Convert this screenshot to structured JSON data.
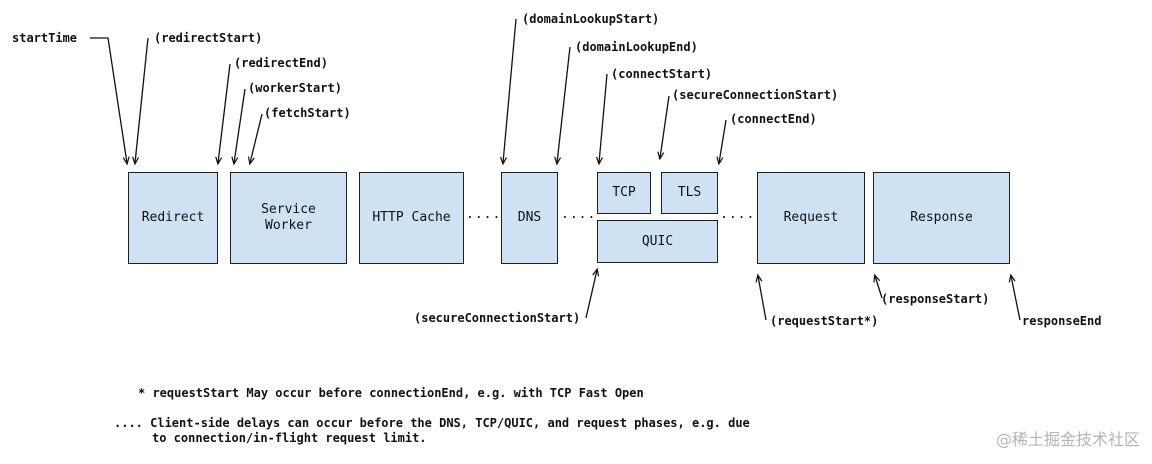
{
  "boxes": {
    "redirect": "Redirect",
    "service_worker": "Service\nWorker",
    "http_cache": "HTTP Cache",
    "dns": "DNS",
    "tcp": "TCP",
    "tls": "TLS",
    "quic": "QUIC",
    "request": "Request",
    "response": "Response"
  },
  "labels": {
    "start_time": "startTime",
    "redirect_start": "(redirectStart)",
    "redirect_end": "(redirectEnd)",
    "worker_start": "(workerStart)",
    "fetch_start": "(fetchStart)",
    "domain_lookup_start": "(domainLookupStart)",
    "domain_lookup_end": "(domainLookupEnd)",
    "connect_start": "(connectStart)",
    "secure_connection_start_top": "(secureConnectionStart)",
    "connect_end": "(connectEnd)",
    "secure_connection_start_bottom": "(secureConnectionStart)",
    "request_start": "(requestStart*)",
    "response_start": "(responseStart)",
    "response_end": "responseEnd"
  },
  "dots": "....",
  "notes": {
    "line1": "* requestStart May occur before connectionEnd, e.g. with TCP Fast Open",
    "line2": ".... Client-side delays can occur before the DNS, TCP/QUIC, and request phases, e.g. due",
    "line3": "to connection/in-flight request limit."
  },
  "watermark": "@稀土掘金技术社区"
}
